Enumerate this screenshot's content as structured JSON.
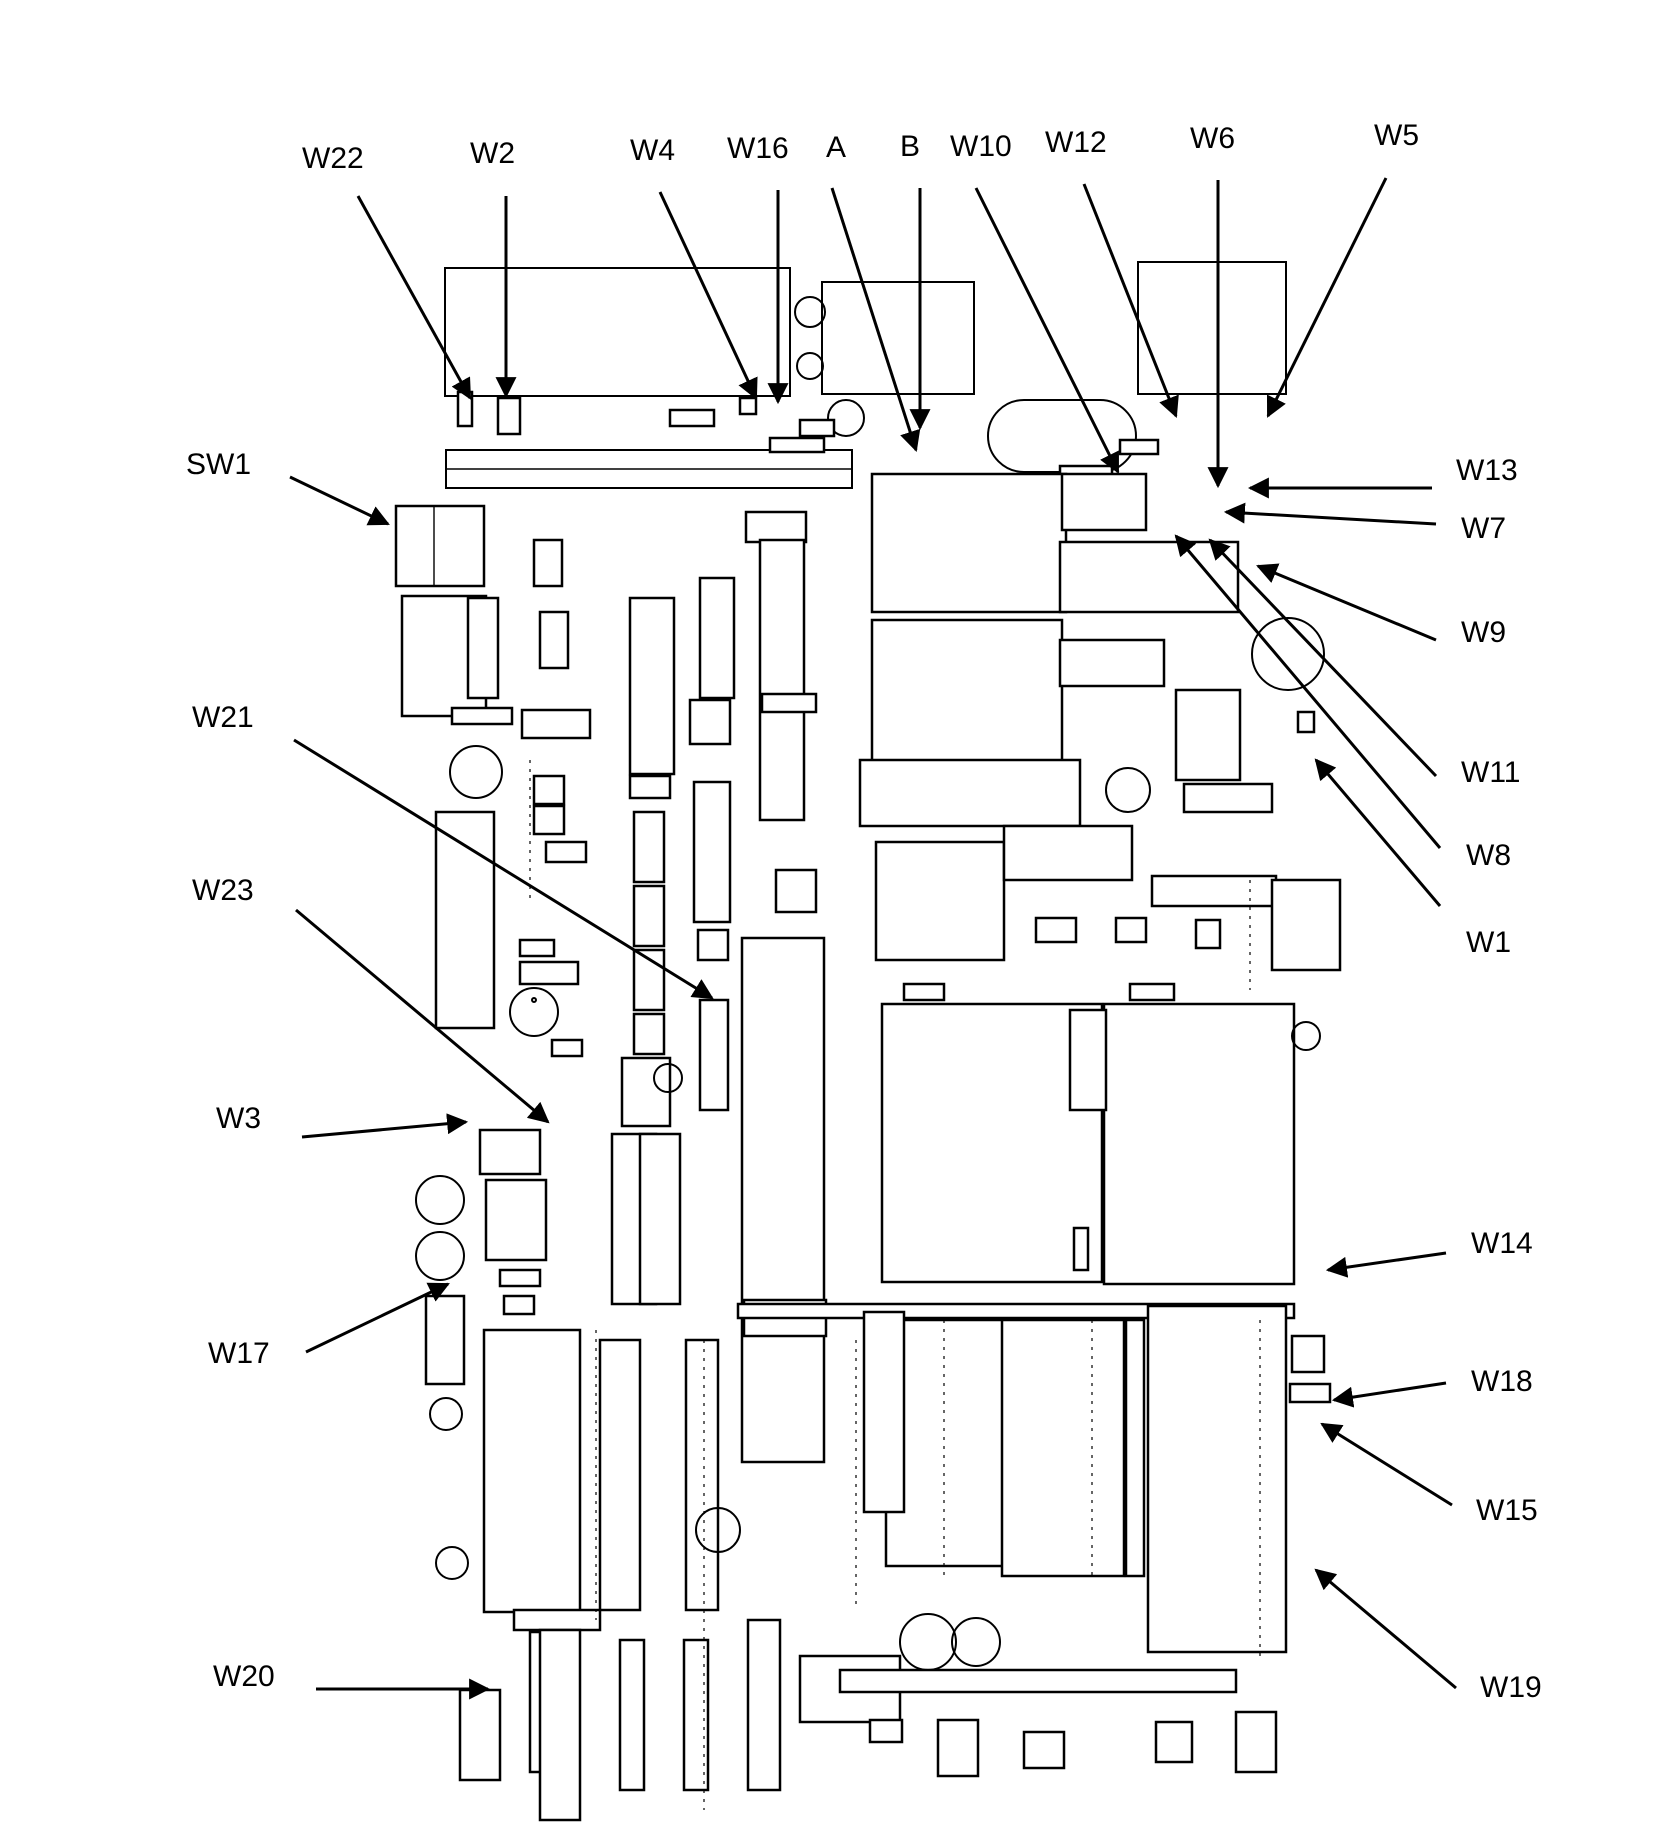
{
  "diagram": {
    "labels": {
      "W22": "W22",
      "W2": "W2",
      "W4": "W4",
      "W16": "W16",
      "A": "A",
      "B": "B",
      "W10": "W10",
      "W12": "W12",
      "W6": "W6",
      "W5": "W5",
      "SW1": "SW1",
      "W13": "W13",
      "W7": "W7",
      "W9": "W9",
      "W21": "W21",
      "W11": "W11",
      "W8": "W8",
      "W1": "W1",
      "W23": "W23",
      "W3": "W3",
      "W14": "W14",
      "W17": "W17",
      "W18": "W18",
      "W15": "W15",
      "W20": "W20",
      "W19": "W19"
    }
  }
}
